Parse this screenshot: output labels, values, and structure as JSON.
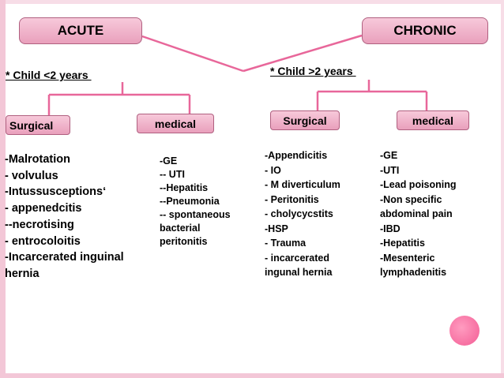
{
  "acute": {
    "title": "ACUTE",
    "age_label": "* Child <2 years ",
    "surgical": {
      "label": "Surgical",
      "items": [
        "-Malrotation",
        "- volvulus",
        "-Intussusceptions‘",
        "- appenedcitis",
        "--necrotising",
        "- entrocoloitis",
        "-Incarcerated inguinal",
        "hernia"
      ]
    },
    "medical": {
      "label": "medical",
      "items": [
        "-GE",
        "-- UTI",
        "--Hepatitis",
        "--Pneumonia",
        "-- spontaneous",
        "bacterial",
        "peritonitis"
      ]
    }
  },
  "chronic": {
    "title": "CHRONIC",
    "age_label": "* Child >2 years ",
    "surgical": {
      "label": "Surgical",
      "items": [
        "-Appendicitis",
        "- IO",
        "- M diverticulum",
        "- Peritonitis",
        "- cholycycstits",
        "-HSP",
        "- Trauma",
        "- incarcerated",
        "ingunal hernia"
      ]
    },
    "medical": {
      "label": "medical",
      "items": [
        "-GE",
        "-UTI",
        "-Lead poisoning",
        "-Non specific",
        "abdominal pain",
        "-IBD",
        "-Hepatitis",
        "-Mesenteric",
        "lymphadenitis"
      ]
    }
  },
  "colors": {
    "accent": "#e8679a",
    "box_fill": "#f4bcd0",
    "frame": "#f3c7d7"
  }
}
